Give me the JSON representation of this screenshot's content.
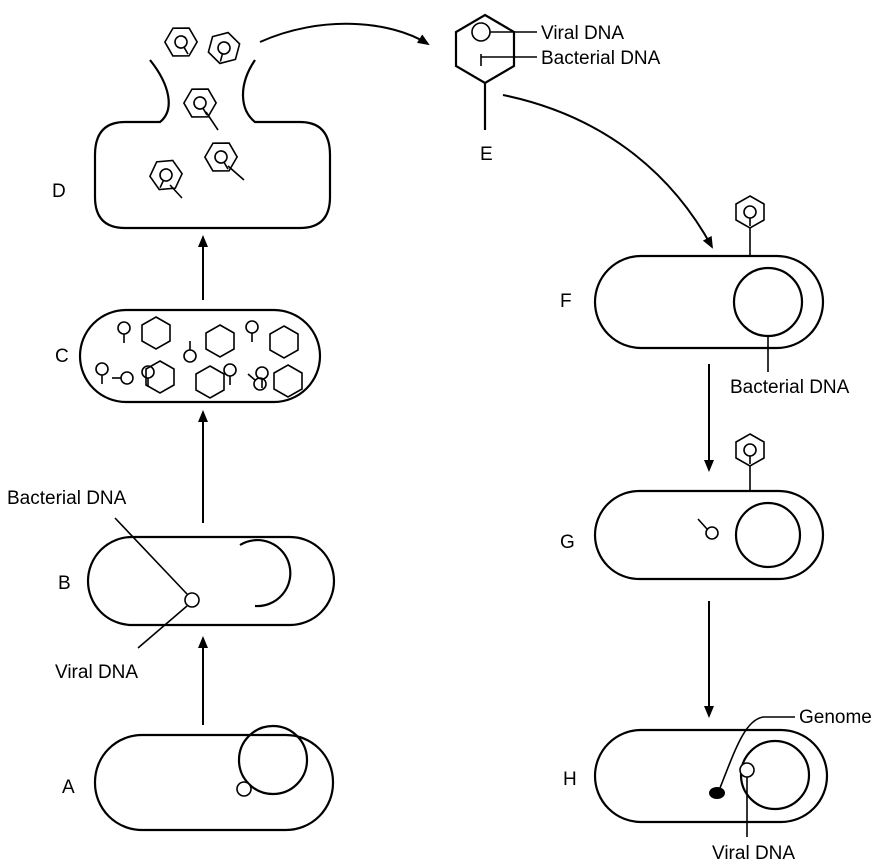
{
  "stages": {
    "a": "A",
    "b": "B",
    "c": "C",
    "d": "D",
    "e": "E",
    "f": "F",
    "g": "G",
    "h": "H"
  },
  "labels": {
    "viral_dna": "Viral DNA",
    "bacterial_dna": "Bacterial DNA",
    "genome": "Genome"
  },
  "colors": {
    "stroke": "#000000",
    "background": "#ffffff"
  }
}
